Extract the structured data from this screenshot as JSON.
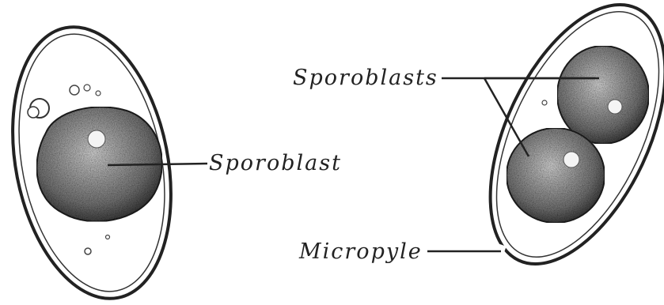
{
  "labels": {
    "sporoblast": "Sporoblast",
    "sporoblasts": "Sporoblasts",
    "micropyle": "Micropyle"
  },
  "colors": {
    "ink": "#222222",
    "paper": "#ffffff",
    "blast_fill": "#b7b7b7",
    "blast_dark": "#2a2a2a"
  }
}
